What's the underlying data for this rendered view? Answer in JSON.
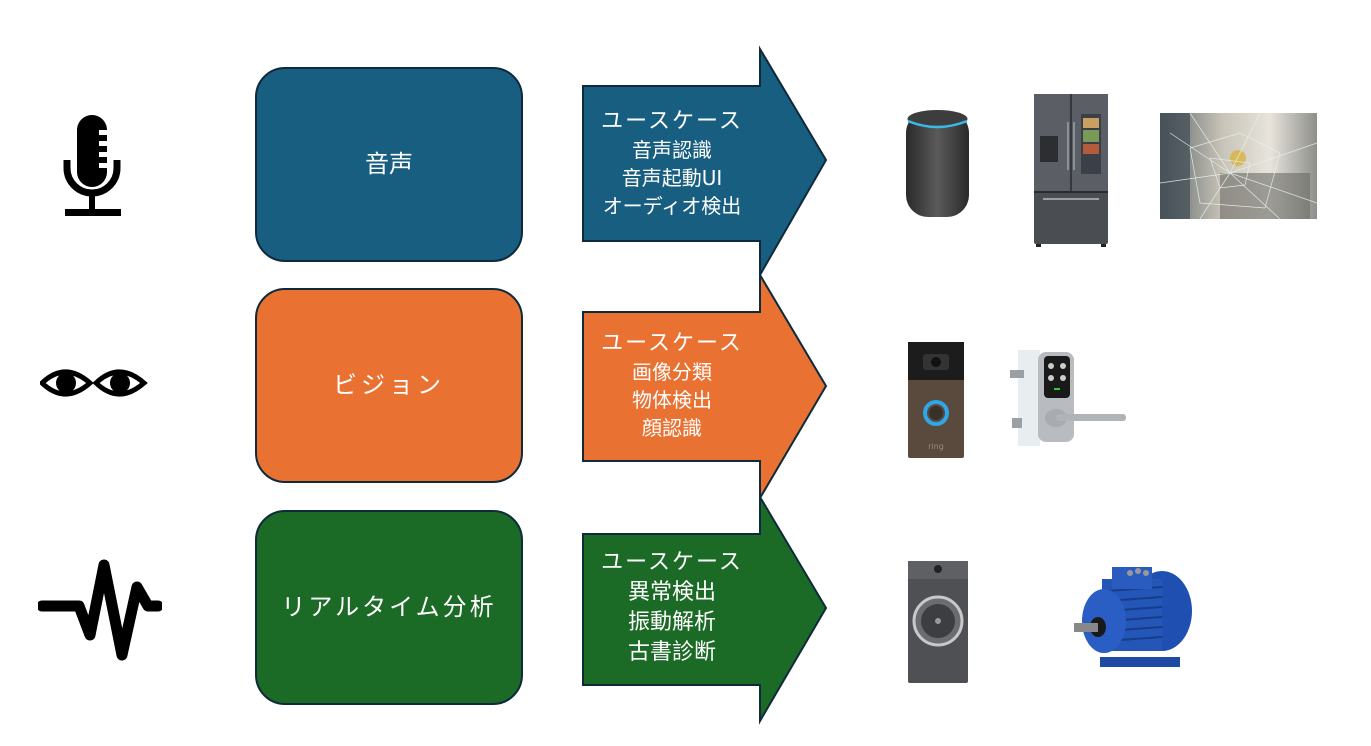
{
  "colors": {
    "voice": "#175e80",
    "vision": "#e97132",
    "realtime": "#1b6a26",
    "border": "#0e2a3b",
    "icon": "#000000",
    "text": "#ffffff"
  },
  "rows": [
    {
      "id": "voice",
      "icon": "microphone-icon",
      "category": "音声",
      "usecase_header": "ユースケース",
      "usecases": [
        "音声認識",
        "音声起動UI",
        "オーディオ検出"
      ],
      "products": [
        "smart-speaker",
        "smart-refrigerator",
        "broken-glass"
      ]
    },
    {
      "id": "vision",
      "icon": "eyes-icon",
      "category": "ビジョン",
      "usecase_header": "ユースケース",
      "usecases": [
        "画像分類",
        "物体検出",
        "顔認識"
      ],
      "products": [
        "video-doorbell",
        "smart-lock"
      ]
    },
    {
      "id": "realtime",
      "icon": "waveform-icon",
      "category": "リアルタイム分析",
      "usecase_header": "ユースケース",
      "usecases": [
        "異常検出",
        "振動解析",
        "古書診断"
      ],
      "products": [
        "washing-machine",
        "electric-motor"
      ]
    }
  ]
}
